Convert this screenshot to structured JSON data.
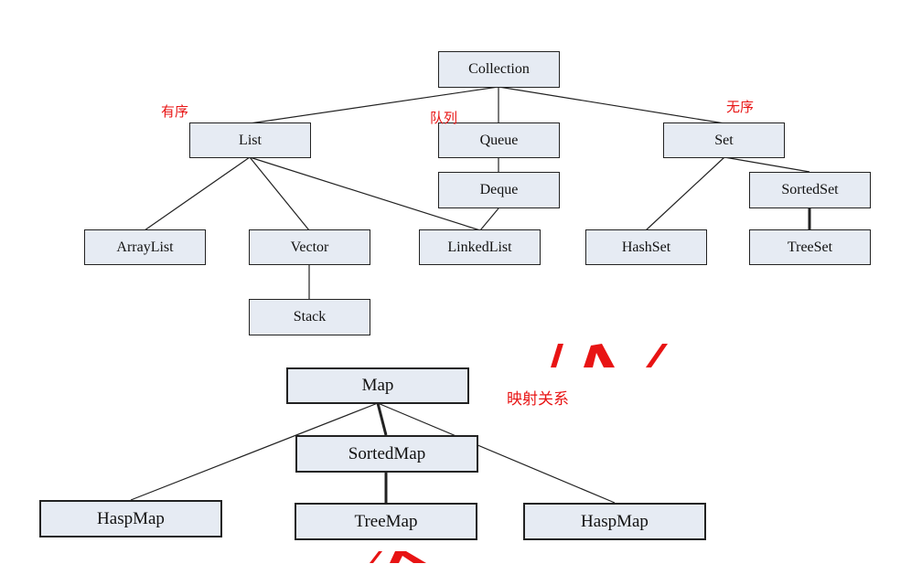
{
  "collection_tree": {
    "collection": "Collection",
    "list": "List",
    "queue": "Queue",
    "set": "Set",
    "deque": "Deque",
    "sortedset": "SortedSet",
    "arraylist": "ArrayList",
    "vector": "Vector",
    "linkedlist": "LinkedList",
    "hashset": "HashSet",
    "treeset": "TreeSet",
    "stack": "Stack"
  },
  "map_tree": {
    "map": "Map",
    "sortedmap": "SortedMap",
    "haspmap_left": "HaspMap",
    "treemap": "TreeMap",
    "haspmap_right": "HaspMap"
  },
  "annotations": {
    "ordered": "有序",
    "queue": "队列",
    "unordered": "无序",
    "mapping": "映射关系"
  },
  "colors": {
    "node_fill": "#e6ebf3",
    "node_border": "#222222",
    "annotation": "#e81414"
  }
}
